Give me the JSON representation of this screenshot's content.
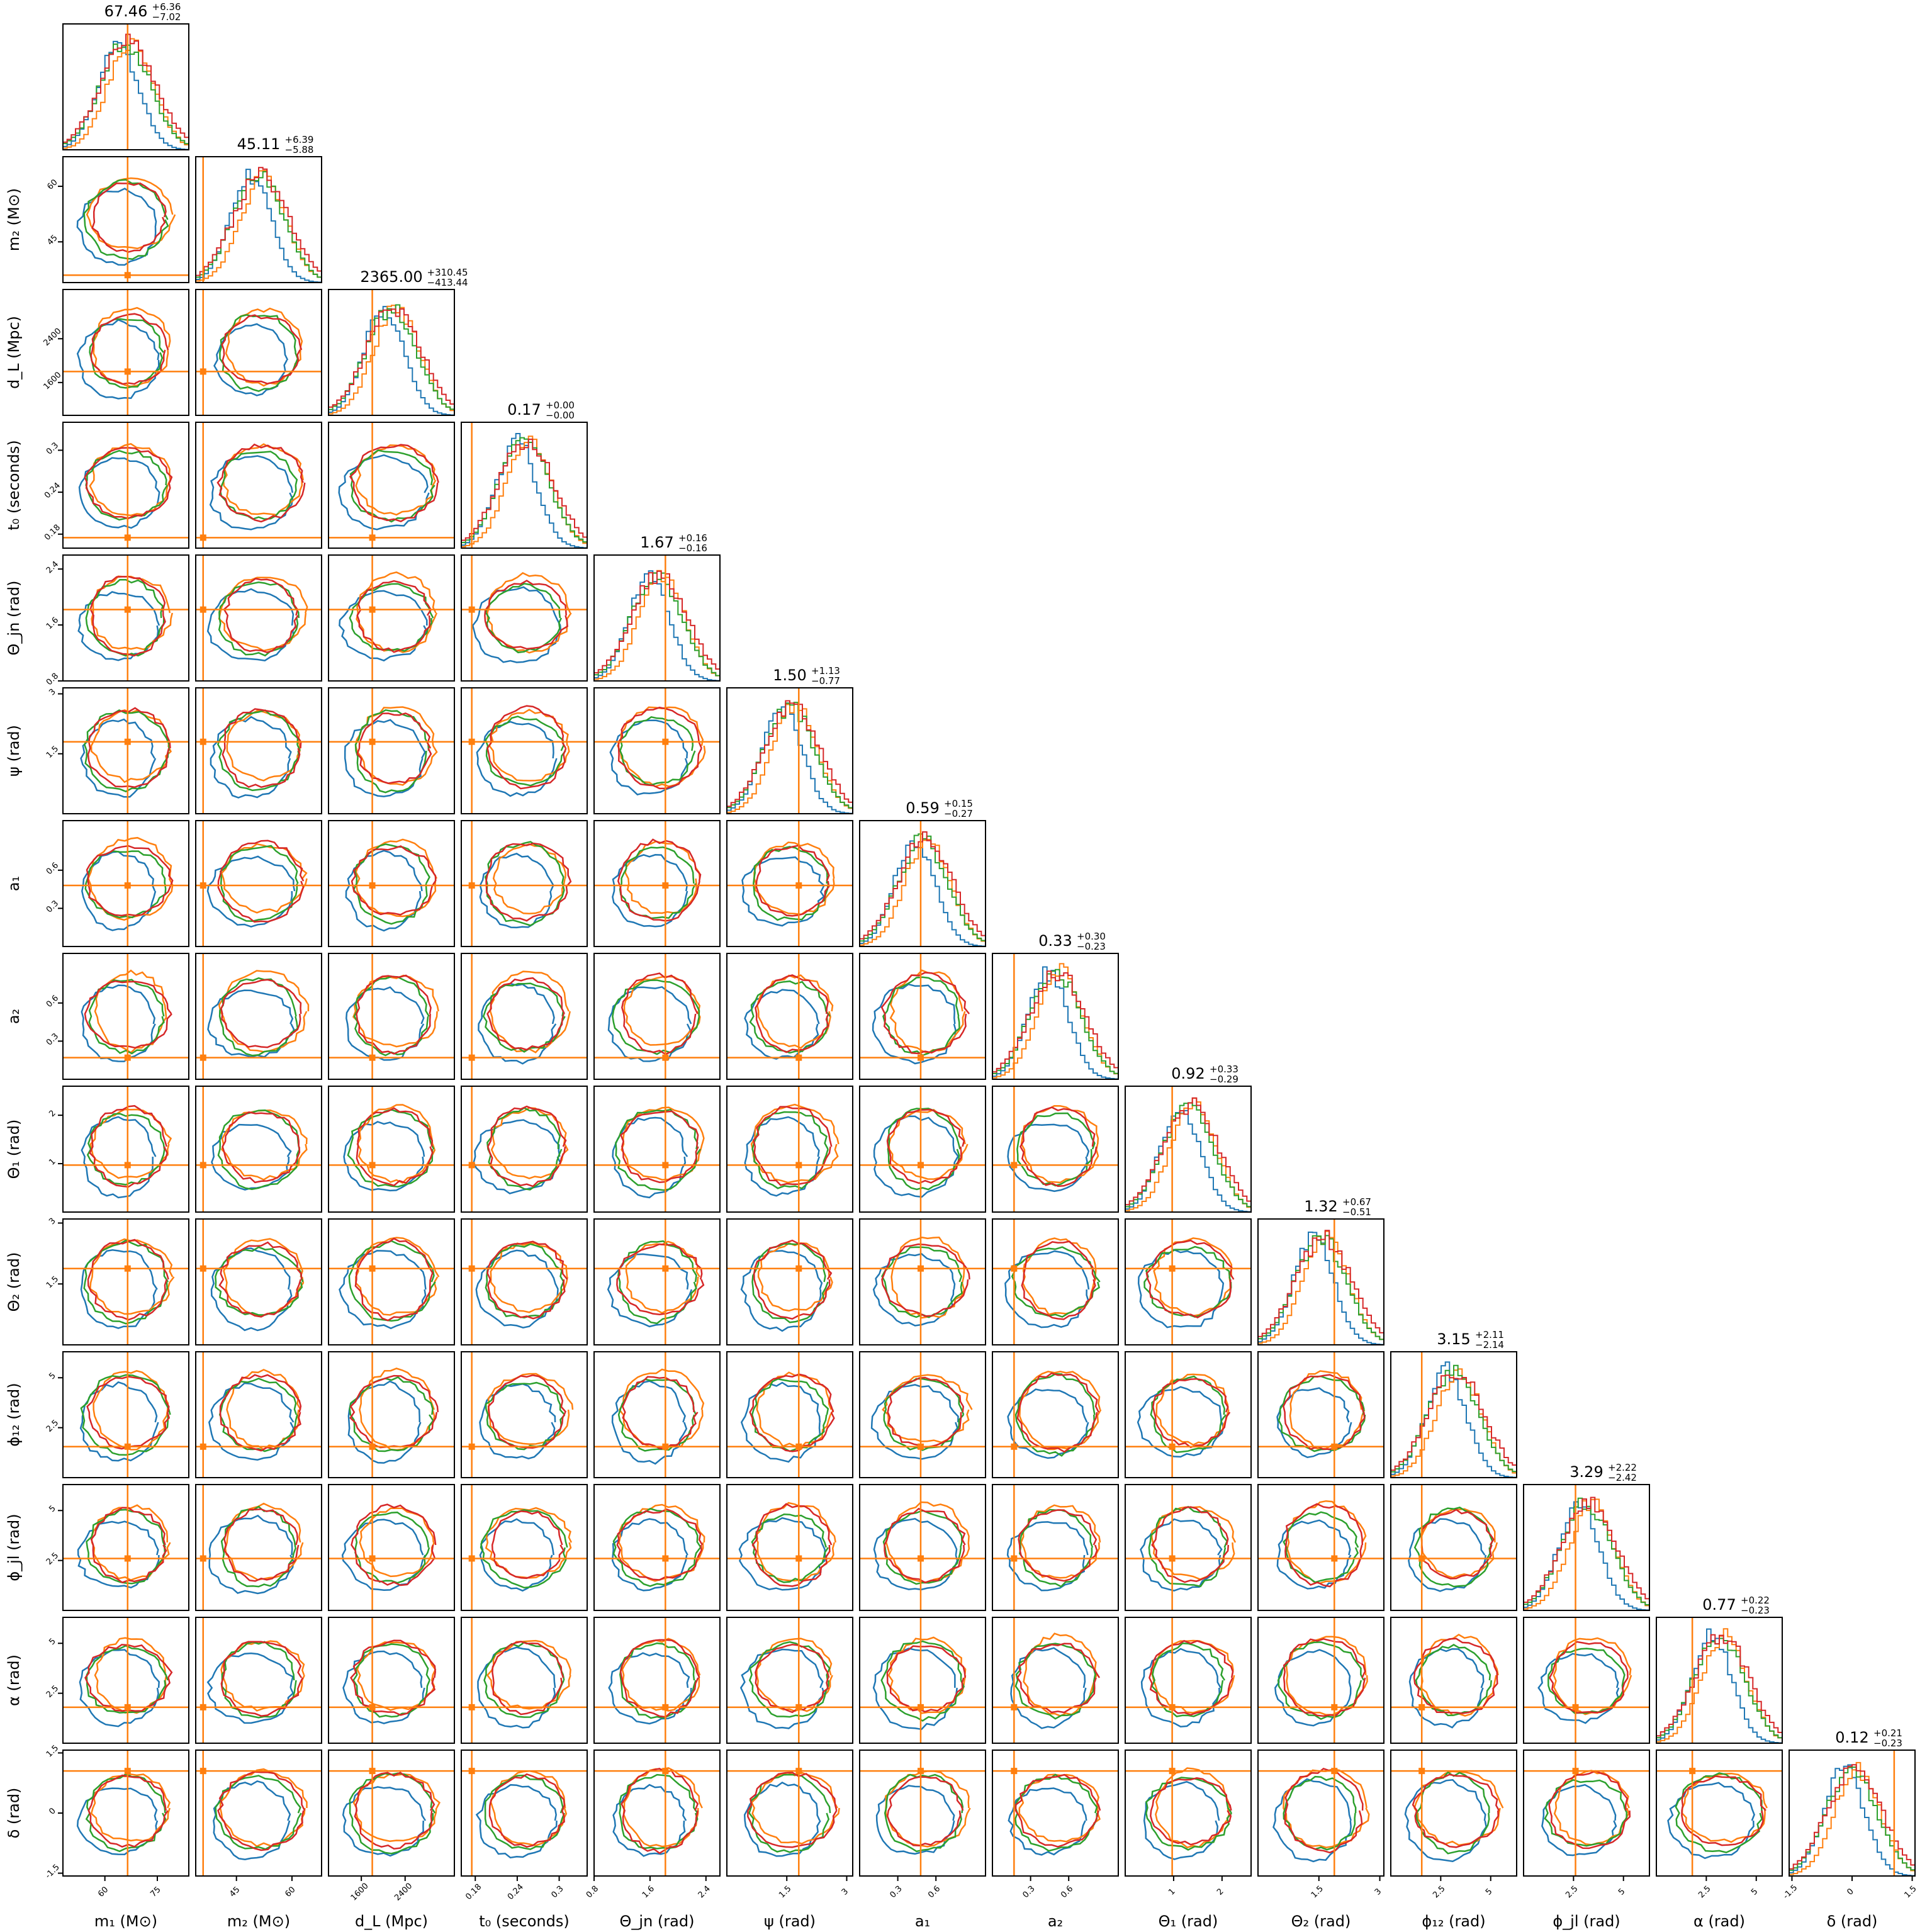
{
  "chart_data": {
    "type": "corner",
    "colors": {
      "blue": "#1f77b4",
      "orange": "#ff7f0e",
      "green": "#2ca02c",
      "red": "#d62728",
      "truth": "#ff7f0e"
    },
    "parameters": [
      {
        "id": "m1",
        "label": "m₁ (M⊙)",
        "title": "67.46",
        "plus": "+6.36",
        "minus": "−7.02",
        "range": [
          48,
          84
        ],
        "ticks": [
          60,
          75
        ],
        "truth": 66.5
      },
      {
        "id": "m2",
        "label": "m₂ (M⊙)",
        "title": "45.11",
        "plus": "+6.39",
        "minus": "−5.88",
        "range": [
          34,
          68
        ],
        "ticks": [
          45,
          60
        ],
        "truth": 36.0
      },
      {
        "id": "dL",
        "label": "d_L (Mpc)",
        "title": "2365.00",
        "plus": "+310.45",
        "minus": "−413.44",
        "range": [
          1000,
          3300
        ],
        "ticks": [
          1600,
          2400
        ],
        "truth": 1800
      },
      {
        "id": "t0",
        "label": "t₀ (seconds)",
        "title": "0.17",
        "plus": "+0.00",
        "minus": "−0.00",
        "range": [
          0.16,
          0.34
        ],
        "ticks": [
          0.18,
          0.24,
          0.3
        ],
        "truth": 0.175
      },
      {
        "id": "thjn",
        "label": "Θ_jn (rad)",
        "title": "1.67",
        "plus": "+0.16",
        "minus": "−0.16",
        "range": [
          0.8,
          2.6
        ],
        "ticks": [
          0.8,
          1.6,
          2.4
        ],
        "truth": 1.82
      },
      {
        "id": "psi",
        "label": "ψ (rad)",
        "title": "1.50",
        "plus": "+1.13",
        "minus": "−0.77",
        "range": [
          0,
          3.15
        ],
        "ticks": [
          1.5,
          3.0
        ],
        "truth": 1.8
      },
      {
        "id": "a1",
        "label": "a₁",
        "title": "0.59",
        "plus": "+0.15",
        "minus": "−0.27",
        "range": [
          0,
          0.99
        ],
        "ticks": [
          0.3,
          0.6
        ],
        "truth": 0.48
      },
      {
        "id": "a2",
        "label": "a₂",
        "title": "0.33",
        "plus": "+0.30",
        "minus": "−0.23",
        "range": [
          0,
          0.99
        ],
        "ticks": [
          0.3,
          0.6
        ],
        "truth": 0.17
      },
      {
        "id": "th1",
        "label": "Θ₁ (rad)",
        "title": "0.92",
        "plus": "+0.33",
        "minus": "−0.29",
        "range": [
          0,
          2.6
        ],
        "ticks": [
          1,
          2
        ],
        "truth": 0.97
      },
      {
        "id": "th2",
        "label": "Θ₂ (rad)",
        "title": "1.32",
        "plus": "+0.67",
        "minus": "−0.51",
        "range": [
          0,
          3.1
        ],
        "ticks": [
          1.5,
          3.0
        ],
        "truth": 1.88
      },
      {
        "id": "phi12",
        "label": "ϕ₁₂ (rad)",
        "title": "3.15",
        "plus": "+2.11",
        "minus": "−2.14",
        "range": [
          0,
          6.3
        ],
        "ticks": [
          2.5,
          5.0
        ],
        "truth": 1.55
      },
      {
        "id": "phijl",
        "label": "ϕ_jl (rad)",
        "title": "3.29",
        "plus": "+2.22",
        "minus": "−2.42",
        "range": [
          0,
          6.3
        ],
        "ticks": [
          2.5,
          5.0
        ],
        "truth": 2.6
      },
      {
        "id": "alpha",
        "label": "α (rad)",
        "title": "0.77",
        "plus": "+0.22",
        "minus": "−0.23",
        "range": [
          0,
          6.3
        ],
        "ticks": [
          2.5,
          5.0
        ],
        "truth": 1.8
      },
      {
        "id": "delta",
        "label": "δ (rad)",
        "title": "0.12",
        "plus": "+0.21",
        "minus": "−0.23",
        "range": [
          -1.57,
          1.57
        ],
        "ticks": [
          -1.5,
          0.0,
          1.5
        ],
        "truth": 1.05
      }
    ]
  }
}
